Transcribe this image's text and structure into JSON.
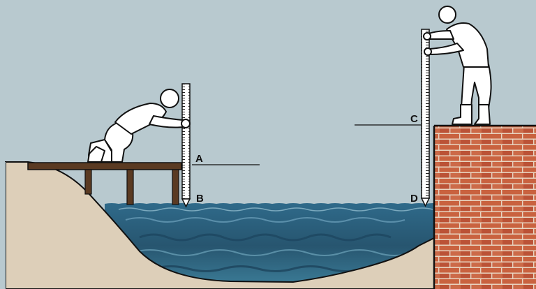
{
  "labels": {
    "a": "A",
    "b": "B",
    "c": "C",
    "d": "D"
  },
  "colors": {
    "sky": "#b8c9cf",
    "ground": "#ddcfb9",
    "water": "#2b5f7d",
    "brick": "#c0563b",
    "wood": "#5a3a22",
    "figure_fill": "#ffffff",
    "outline": "#111111"
  },
  "icons": {
    "left_person": "kneeling-person-icon",
    "right_person": "standing-person-icon",
    "left_rod": "measuring-rod-icon",
    "right_rod": "measuring-rod-icon"
  }
}
